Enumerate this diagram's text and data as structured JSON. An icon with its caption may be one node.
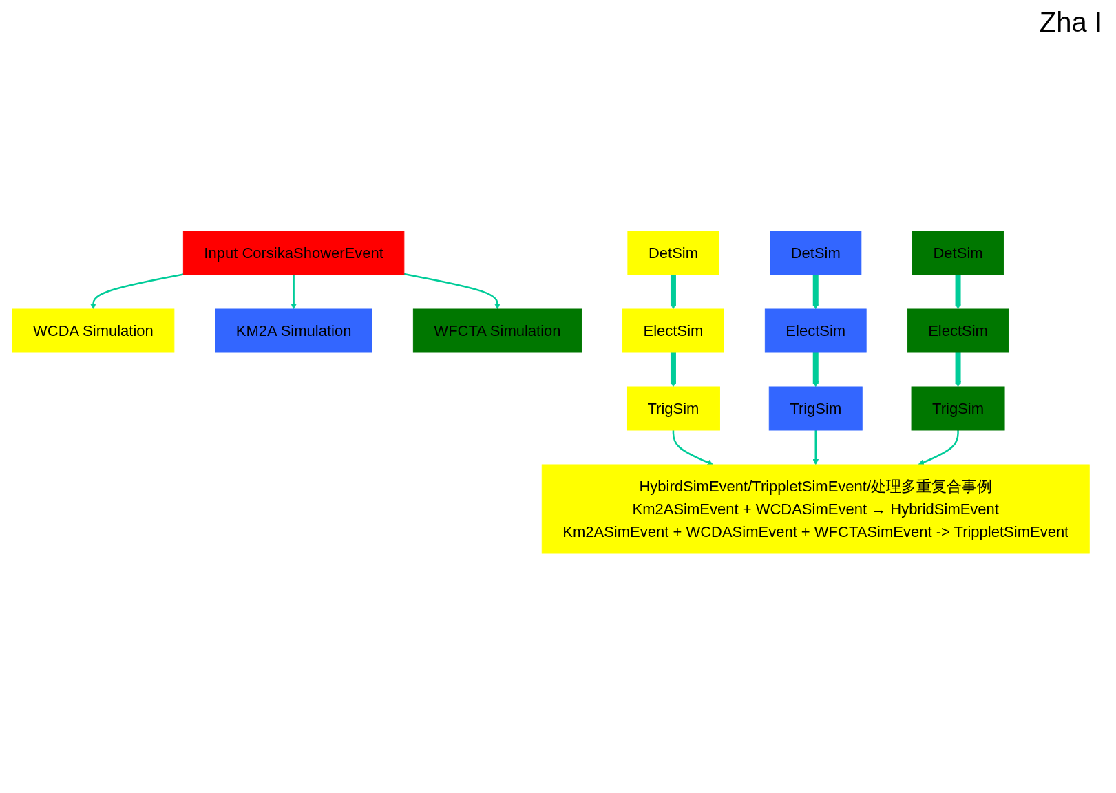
{
  "diagram": {
    "nodes": [
      {
        "text": [
          "Input CorsikaShowerEvent"
        ]
      },
      {
        "text": [
          "WCDA Simulation"
        ]
      },
      {
        "text": [
          "KM2A Simulation"
        ]
      },
      {
        "text": [
          "WFCTA Simulation"
        ]
      },
      {
        "text": [
          "DetSim"
        ]
      },
      {
        "text": [
          "ElectSim"
        ]
      },
      {
        "text": [
          "TrigSim"
        ]
      },
      {
        "text": [
          "DetSim"
        ]
      },
      {
        "text": [
          "ElectSim"
        ]
      },
      {
        "text": [
          "TrigSim"
        ]
      },
      {
        "text": [
          "DetSim"
        ]
      },
      {
        "text": [
          "ElectSim"
        ]
      },
      {
        "text": [
          "TrigSim"
        ]
      },
      {
        "text": [
          "HybirdSimEvent/TrippletSimEvent/处理多重复合事例",
          "Km2ASimEvent + WCDASimEvent → HybridSimEvent",
          "Km2ASimEvent + WCDASimEvent + WFCTASimEvent -> TrippletSimEvent"
        ]
      }
    ],
    "edges": [
      {
        "from": 0,
        "to": 1,
        "arrow": "to"
      },
      {
        "from": 0,
        "to": 2,
        "arrow": "to"
      },
      {
        "from": 0,
        "to": 3,
        "arrow": "to"
      },
      {
        "from": 4,
        "to": 5,
        "arrow": "to",
        "style": "thick"
      },
      {
        "from": 5,
        "to": 6,
        "arrow": "to",
        "style": "thick"
      },
      {
        "from": 7,
        "to": 8,
        "arrow": "to",
        "style": "thick"
      },
      {
        "from": 8,
        "to": 9,
        "arrow": "to",
        "style": "thick"
      },
      {
        "from": 10,
        "to": 11,
        "arrow": "to",
        "style": "thick"
      },
      {
        "from": 11,
        "to": 12,
        "arrow": "to",
        "style": "thick"
      },
      {
        "from": 6,
        "to": 13,
        "arrow": "to"
      },
      {
        "from": 9,
        "to": 13,
        "arrow": "to"
      },
      {
        "from": 12,
        "to": 13,
        "arrow": "to"
      }
    ],
    "labels": [
      "Zha I"
    ]
  }
}
